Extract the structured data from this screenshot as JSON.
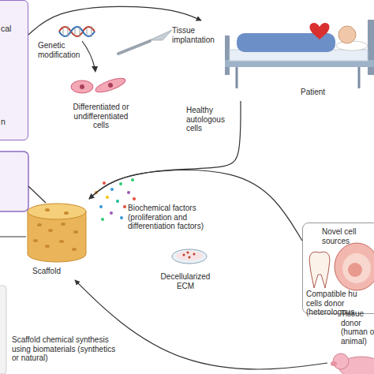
{
  "diagram": {
    "nodes": [
      {
        "text": [
          "cal",
          "n"
        ]
      },
      {
        "text": [
          "Patient"
        ]
      },
      {
        "text": [
          "Novel cell sources",
          "Compatible hu cells donor (heterologous"
        ]
      },
      {
        "text": [
          "Tissue donor (human o animal)"
        ]
      },
      {
        "text": [
          "Scaffold"
        ]
      }
    ],
    "edges": [
      {
        "from": 0,
        "to": 1,
        "label": "Tissue implantation",
        "arrow": "to"
      },
      {
        "from": 1,
        "to": 4,
        "label": "Healthy autologous cells",
        "arrow": "to"
      },
      {
        "from": 2,
        "to": 4,
        "arrow": "to"
      },
      {
        "from": 3,
        "to": 4,
        "arrow": "to"
      }
    ],
    "labels": [
      "Genetic modification",
      "Differentiated or undifferentiated cells",
      "Biochemical factors (proliferation and differentiation factors)",
      "Decellularized ECM",
      "Scaffold chemical synthesis using biomaterials (synthetics or natural)"
    ]
  }
}
